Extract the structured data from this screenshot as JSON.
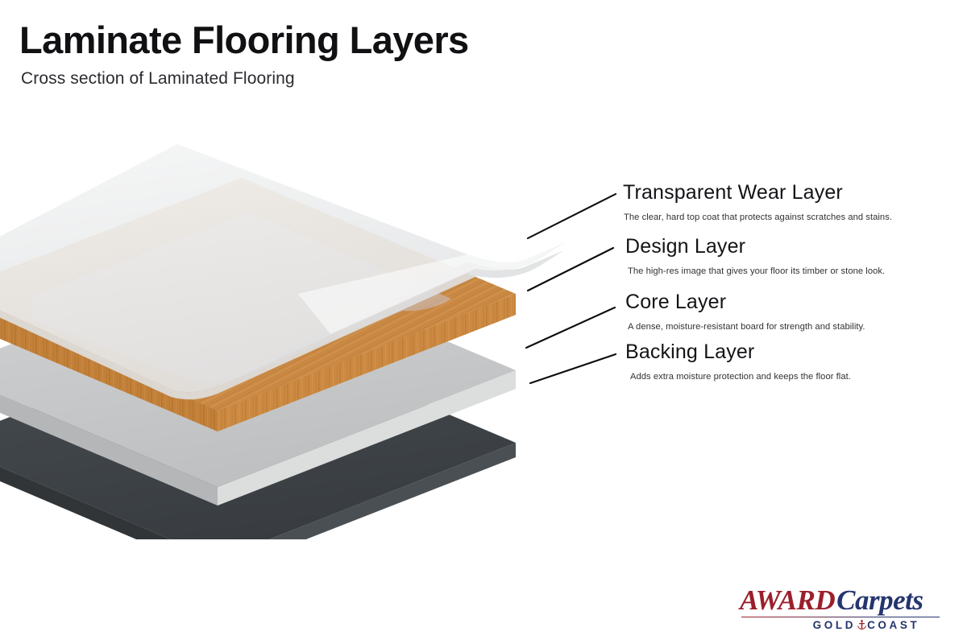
{
  "header": {
    "title": "Laminate Flooring Layers",
    "subtitle": "Cross section of Laminated Flooring"
  },
  "diagram": {
    "type": "exploded-layer-stack",
    "view": "isometric",
    "layers": [
      {
        "id": "wear",
        "name": "Transparent Wear Layer",
        "description": "The clear, hard top coat that protects against scratches and stains.",
        "top_color": "#eceded",
        "edge_color": "#dfe0e1",
        "order": 1
      },
      {
        "id": "design",
        "name": "Design Layer",
        "description": "The high-res image that gives your floor its timber or stone look.",
        "top_color": "#cb8b46",
        "inner_color": "#c4a184",
        "edge_color": "#a96e2f",
        "order": 2
      },
      {
        "id": "core",
        "name": "Core Layer",
        "description": "A dense, moisture-resistant board for strength and stability.",
        "top_color": "#c9cacb",
        "edge_color": "#d8d9da",
        "side_color": "#b4b6b8",
        "order": 3
      },
      {
        "id": "backing",
        "name": "Backing Layer",
        "description": "Adds extra moisture protection and keeps the floor flat.",
        "top_color": "#3e4347",
        "edge_color": "#4a4f53",
        "side_color": "#313538",
        "order": 4
      }
    ]
  },
  "callouts": [
    {
      "title": "Transparent Wear Layer",
      "description": "The clear, hard top coat that protects against scratches and stains."
    },
    {
      "title": "Design Layer",
      "description": "The high-res image that gives your floor its timber or stone look."
    },
    {
      "title": "Core Layer",
      "description": "A dense, moisture-resistant board for strength and stability."
    },
    {
      "title": "Backing Layer",
      "description": "Adds extra moisture protection and keeps the floor flat."
    }
  ],
  "logo": {
    "word_award": "AWARD",
    "word_carpets": "Carpets",
    "word_gold": "GOLD",
    "word_coast": "COAST",
    "color_award": "#9b1f2b",
    "color_carpets": "#24356e",
    "color_tagline": "#24356e"
  },
  "colors": {
    "background": "#ffffff",
    "title": "#111114",
    "subtitle": "#2a2c30",
    "callout_title": "#131417",
    "callout_desc": "#303236",
    "leader_line": "#0d0d0d"
  }
}
